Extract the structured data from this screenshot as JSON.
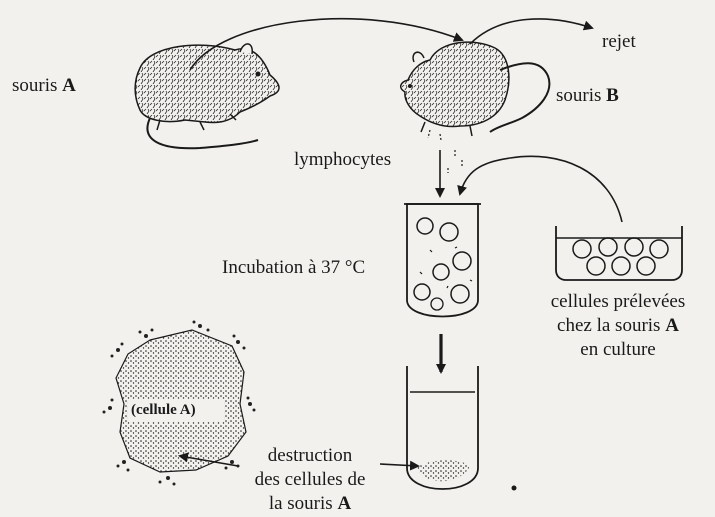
{
  "labels": {
    "souris_a_text": "souris ",
    "souris_a_letter": "A",
    "souris_b_text": "souris ",
    "souris_b_letter": "B",
    "rejet": "rejet",
    "lymphocytes": "lymphocytes",
    "incubation": "Incubation à 37 °C",
    "cellules_line1": "cellules prélevées",
    "cellules_line2_text": "chez la souris ",
    "cellules_line2_letter": "A",
    "cellules_line3": "en culture",
    "cellule_a": "(cellule A)",
    "destruction_line1": "destruction",
    "destruction_line2": "des cellules de",
    "destruction_line3_text": "la souris ",
    "destruction_line3_letter": "A"
  }
}
